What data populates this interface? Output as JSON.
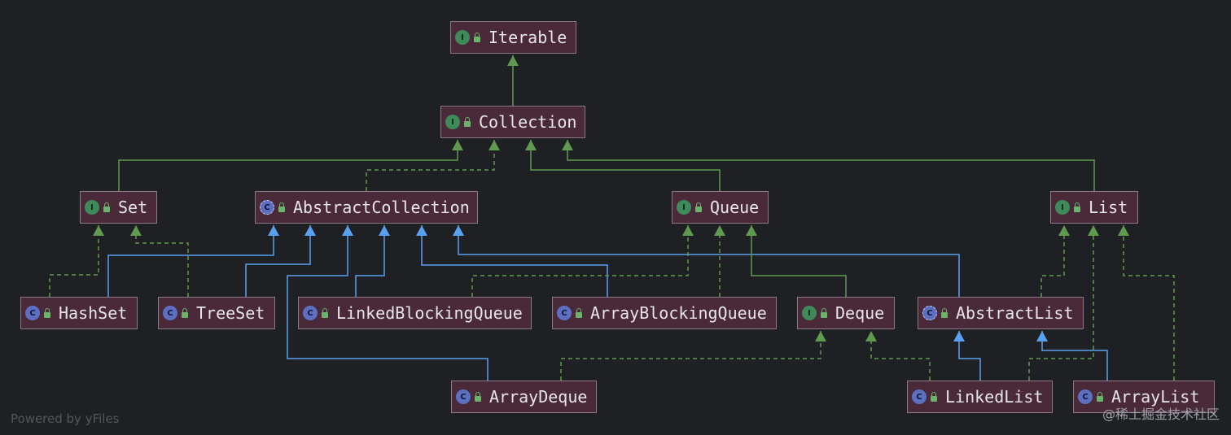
{
  "nodes": [
    {
      "id": "iterable",
      "label": "Iterable",
      "kind": "interface"
    },
    {
      "id": "collection",
      "label": "Collection",
      "kind": "interface"
    },
    {
      "id": "set",
      "label": "Set",
      "kind": "interface"
    },
    {
      "id": "abstractcollection",
      "label": "AbstractCollection",
      "kind": "abstract-class"
    },
    {
      "id": "queue",
      "label": "Queue",
      "kind": "interface"
    },
    {
      "id": "list",
      "label": "List",
      "kind": "interface"
    },
    {
      "id": "hashset",
      "label": "HashSet",
      "kind": "class"
    },
    {
      "id": "treeset",
      "label": "TreeSet",
      "kind": "class"
    },
    {
      "id": "linkedblockingqueue",
      "label": "LinkedBlockingQueue",
      "kind": "class"
    },
    {
      "id": "arrayblockingqueue",
      "label": "ArrayBlockingQueue",
      "kind": "class"
    },
    {
      "id": "deque",
      "label": "Deque",
      "kind": "interface"
    },
    {
      "id": "abstractlist",
      "label": "AbstractList",
      "kind": "abstract-class"
    },
    {
      "id": "arraydeque",
      "label": "ArrayDeque",
      "kind": "class"
    },
    {
      "id": "linkedlist",
      "label": "LinkedList",
      "kind": "class"
    },
    {
      "id": "arraylist",
      "label": "ArrayList",
      "kind": "class"
    }
  ],
  "edges": [
    {
      "from": "collection",
      "to": "iterable",
      "type": "extends"
    },
    {
      "from": "set",
      "to": "collection",
      "type": "extends"
    },
    {
      "from": "abstractcollection",
      "to": "collection",
      "type": "implements"
    },
    {
      "from": "queue",
      "to": "collection",
      "type": "extends"
    },
    {
      "from": "list",
      "to": "collection",
      "type": "extends"
    },
    {
      "from": "hashset",
      "to": "set",
      "type": "implements"
    },
    {
      "from": "treeset",
      "to": "set",
      "type": "implements"
    },
    {
      "from": "hashset",
      "to": "abstractcollection",
      "type": "class-extends"
    },
    {
      "from": "treeset",
      "to": "abstractcollection",
      "type": "class-extends"
    },
    {
      "from": "arraydeque",
      "to": "abstractcollection",
      "type": "class-extends"
    },
    {
      "from": "linkedblockingqueue",
      "to": "abstractcollection",
      "type": "class-extends"
    },
    {
      "from": "arrayblockingqueue",
      "to": "abstractcollection",
      "type": "class-extends"
    },
    {
      "from": "abstractlist",
      "to": "abstractcollection",
      "type": "class-extends"
    },
    {
      "from": "linkedblockingqueue",
      "to": "queue",
      "type": "implements"
    },
    {
      "from": "arrayblockingqueue",
      "to": "queue",
      "type": "implements"
    },
    {
      "from": "deque",
      "to": "queue",
      "type": "extends"
    },
    {
      "from": "abstractlist",
      "to": "list",
      "type": "implements"
    },
    {
      "from": "linkedlist",
      "to": "list",
      "type": "implements"
    },
    {
      "from": "arraylist",
      "to": "list",
      "type": "implements"
    },
    {
      "from": "arraydeque",
      "to": "deque",
      "type": "implements"
    },
    {
      "from": "linkedlist",
      "to": "deque",
      "type": "implements"
    },
    {
      "from": "linkedlist",
      "to": "abstractlist",
      "type": "class-extends"
    },
    {
      "from": "arraylist",
      "to": "abstractlist",
      "type": "class-extends"
    }
  ],
  "colors": {
    "background": "#1f2024",
    "node_fill": "#4a2a39",
    "green_edge": "#5f9a4f",
    "blue_edge": "#5aa0f0"
  },
  "footer": {
    "left": "Powered by yFiles",
    "right": "@稀土掘金技术社区"
  }
}
